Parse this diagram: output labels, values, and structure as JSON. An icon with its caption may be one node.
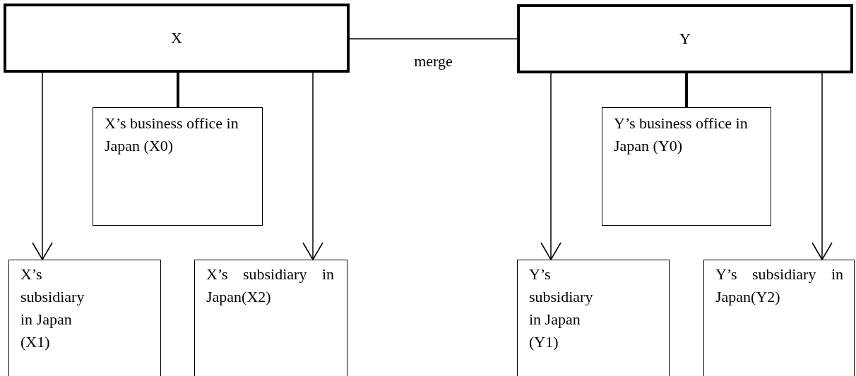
{
  "diagram": {
    "nodes": [
      {
        "text": [
          "X"
        ]
      },
      {
        "text": [
          "Y"
        ]
      },
      {
        "text": [
          "X’s business office in Japan (X0)"
        ]
      },
      {
        "text": [
          "Y’s business office in Japan (Y0)"
        ]
      },
      {
        "text": [
          "X’s subsidiary in Japan (X1)"
        ]
      },
      {
        "text": [
          "X’s subsidiary in Japan(X2)"
        ]
      },
      {
        "text": [
          "Y’s subsidiary in Japan (Y1)"
        ]
      },
      {
        "text": [
          "Y’s subsidiary in Japan(Y2)"
        ]
      }
    ],
    "edges": [
      {
        "from": 0,
        "to": 1,
        "arrow": "none",
        "label": "merge"
      },
      {
        "from": 0,
        "to": 2,
        "arrow": "none",
        "style": "thick"
      },
      {
        "from": 0,
        "to": 4,
        "arrow": "to"
      },
      {
        "from": 0,
        "to": 5,
        "arrow": "to"
      },
      {
        "from": 1,
        "to": 3,
        "arrow": "none",
        "style": "thick"
      },
      {
        "from": 1,
        "to": 6,
        "arrow": "to"
      },
      {
        "from": 1,
        "to": 7,
        "arrow": "to"
      }
    ]
  }
}
